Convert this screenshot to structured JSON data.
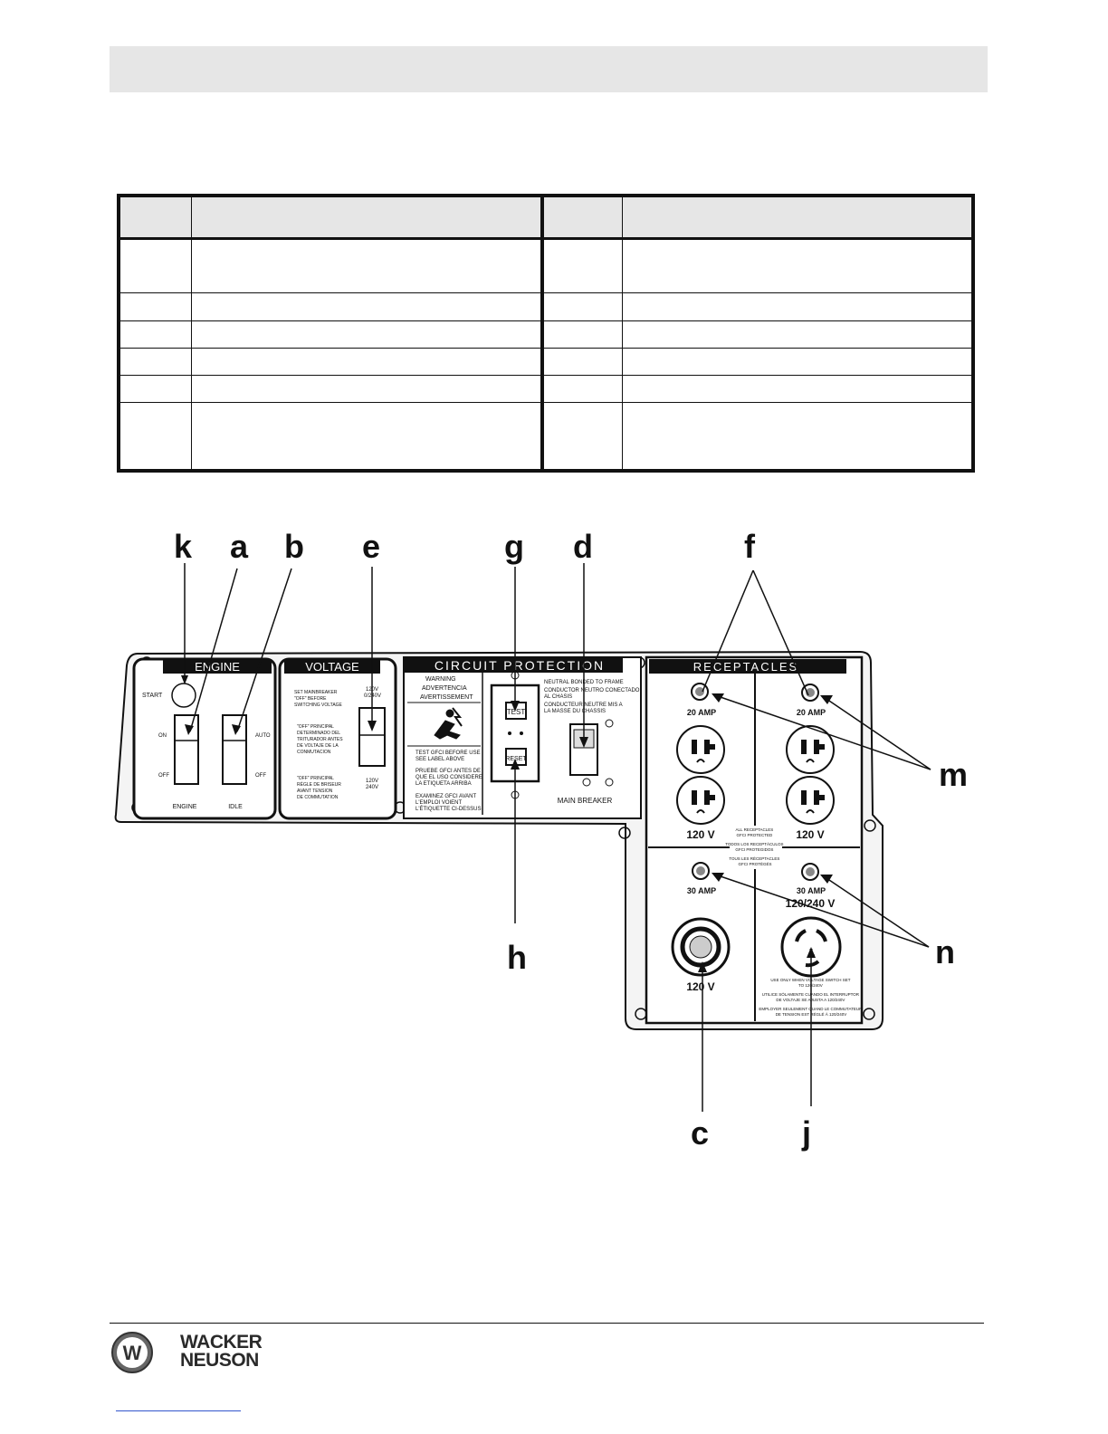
{
  "table": {
    "rows": [
      {
        "ref1": "",
        "desc1": "",
        "ref2": "",
        "desc2": ""
      },
      {
        "ref1": "",
        "desc1": "",
        "ref2": "",
        "desc2": ""
      },
      {
        "ref1": "",
        "desc1": "",
        "ref2": "",
        "desc2": ""
      },
      {
        "ref1": "",
        "desc1": "",
        "ref2": "",
        "desc2": ""
      },
      {
        "ref1": "",
        "desc1": "",
        "ref2": "",
        "desc2": ""
      },
      {
        "ref1": "",
        "desc1": "",
        "ref2": "",
        "desc2": ""
      }
    ]
  },
  "diagram": {
    "callouts": {
      "k": "k",
      "a": "a",
      "b": "b",
      "e": "e",
      "g": "g",
      "d": "d",
      "f": "f",
      "m": "m",
      "n": "n",
      "h": "h",
      "c": "c",
      "j": "j"
    },
    "engine": {
      "title": "ENGINE",
      "start": "START",
      "on": "ON",
      "off": "OFF",
      "auto": "AUTO",
      "off2": "OFF",
      "engine_label": "ENGINE",
      "idle_label": "IDLE"
    },
    "voltage": {
      "title": "VOLTAGE",
      "note1": [
        "SET MAINBREAKER",
        "\"OFF\" BEFORE",
        "SWITCHING VOLTAGE"
      ],
      "note2": [
        "\"OFF\" PRINCIPAL",
        "DETERMINADO DEL",
        "TRITURADOR ANTES",
        "DE VOLTAJE DE LA",
        "CONMUTACION"
      ],
      "note3": [
        "\"OFF\" PRINCIPAL",
        "RÈGLE DE BRISEUR",
        "AVANT TENSION",
        "DE COMMUTATION"
      ],
      "v120_top": "120V",
      "v240_top": "0/240V",
      "v120_bot": "120V",
      "v240_bot": "240V"
    },
    "circuit": {
      "title": "CIRCUIT  PROTECTION",
      "warn1": "WARNING",
      "warn2": "ADVERTENCIA",
      "warn3": "AVERTISSEMENT",
      "test_note": [
        "TEST GFCI BEFORE USE",
        "SEE LABEL ABOVE"
      ],
      "es_note": [
        "PRUEBE GFCI ANTES DE",
        "QUE EL USO CONSIDERE",
        "LA ETIQUETA ARRIBA"
      ],
      "fr_note": [
        "EXAMINEZ GFCI AVANT",
        "L'EMPLOI VOIENT",
        "L'ÉTIQUETTE CI-DESSUS"
      ],
      "test": "TEST",
      "reset": "RESET",
      "neutral": [
        "NEUTRAL BONDED TO FRAME",
        "CONDUCTOR NEUTRO CONECTADO",
        "AL CHASIS",
        "CONDUCTEUR NEUTRE MIS A",
        "LA MASSE DU CHASSIS"
      ],
      "main_breaker": "MAIN BREAKER"
    },
    "receptacles": {
      "title": "RECEPTACLES",
      "amp20_left": "20 AMP",
      "amp20_right": "20 AMP",
      "v120_left": "120 V",
      "v120_right": "120 V",
      "gfci_note": [
        "ALL RECEPTACLES",
        "GFCI PROTECTED",
        "TODOS LOS RECEPTÁCULOS",
        "GFCI PROTEGIDOS",
        "TOUS LES RÉCEPTACLES",
        "GFCI PROTÉGÉS"
      ],
      "amp30_left": "30 AMP",
      "amp30_right": "30 AMP",
      "v120_240": "120/240 V",
      "v120_bottom": "120 V",
      "twist_note": [
        "USE ONLY WHEN VOLTAGE SWITCH SET",
        "TO 120/240V",
        "UTILICE SÓLAMENTE CUANDO EL INTERRUPTOR",
        "DE VOLTAJE SE AJUSTA A 120/240V",
        "EMPLOYER SEULEMENT QUAND LE COMMUTATEUR",
        "DE TENSION EST RÉGLÉ À 120/240V"
      ]
    }
  },
  "footer": {
    "brand_line1": "WACKER",
    "brand_line2": "NEUSON",
    "logo_letter": "W"
  }
}
